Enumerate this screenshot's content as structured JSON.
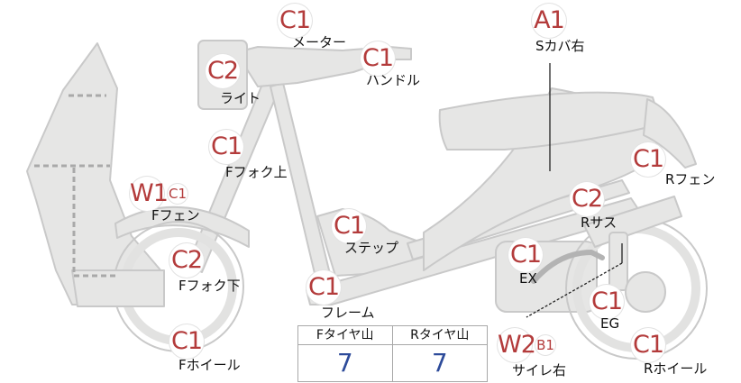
{
  "parts": [
    {
      "id": "meter",
      "grade": "C1",
      "label": "メーター"
    },
    {
      "id": "handle",
      "grade": "C1",
      "label": "ハンドル"
    },
    {
      "id": "s-cover-right",
      "grade": "A1",
      "label": "Sカバ右"
    },
    {
      "id": "light",
      "grade": "C2",
      "label": "ライト"
    },
    {
      "id": "f-fork-upper",
      "grade": "C1",
      "label": "Fフォク上"
    },
    {
      "id": "r-fender",
      "grade": "C1",
      "label": "Rフェン"
    },
    {
      "id": "f-fender",
      "grade": "W1",
      "subgrade": "C1",
      "label": "Fフェン"
    },
    {
      "id": "r-suspension",
      "grade": "C2",
      "label": "Rサス"
    },
    {
      "id": "step",
      "grade": "C1",
      "label": "ステップ"
    },
    {
      "id": "f-fork-lower",
      "grade": "C2",
      "label": "Fフォク下"
    },
    {
      "id": "exhaust",
      "grade": "C1",
      "label": "EX"
    },
    {
      "id": "frame",
      "grade": "C1",
      "label": "フレーム"
    },
    {
      "id": "engine",
      "grade": "C1",
      "label": "EG"
    },
    {
      "id": "f-wheel",
      "grade": "C1",
      "label": "Fホイール"
    },
    {
      "id": "muffler-right",
      "grade": "W2",
      "subgrade": "B1",
      "label": "サイレ右"
    },
    {
      "id": "r-wheel",
      "grade": "C1",
      "label": "Rホイール"
    }
  ],
  "tread": {
    "front_label": "Fタイヤ山",
    "rear_label": "Rタイヤ山",
    "front_value": "7",
    "rear_value": "7"
  },
  "colors": {
    "part_fill": "#e6e6e5",
    "part_stroke": "#c9c9c9",
    "grade_text": "#b33b3b",
    "tread_value": "#2d4b9a"
  }
}
